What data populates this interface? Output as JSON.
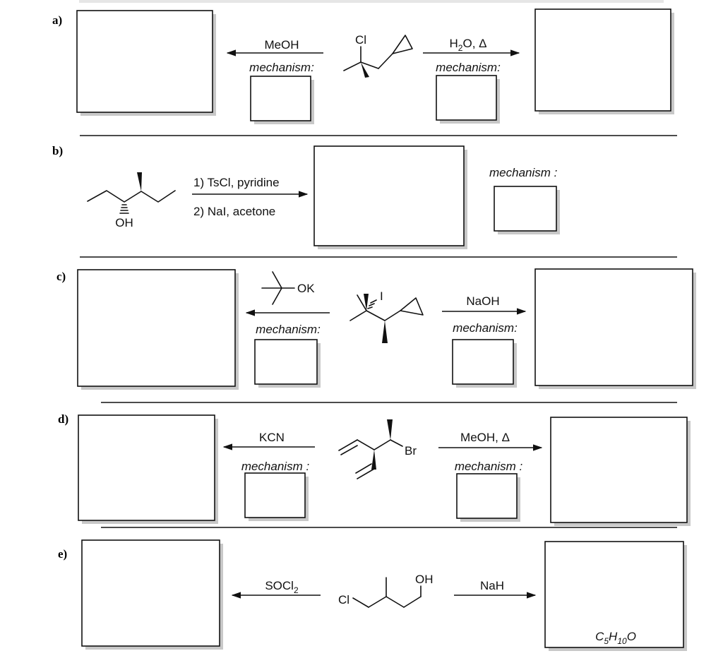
{
  "parts": {
    "a": {
      "letter": "a)",
      "left_reagent": "MeOH",
      "left_mech_label": "mechanism:",
      "right_reagent_main": "H",
      "right_reagent_sub": "2",
      "right_reagent_tail": "O, Δ",
      "right_mech_label": "mechanism:",
      "atom_label": "Cl"
    },
    "b": {
      "letter": "b)",
      "step1": "1) TsCl, pyridine",
      "step2": "2) NaI, acetone",
      "mech_label": "mechanism :",
      "atom_label": "OH"
    },
    "c": {
      "letter": "c)",
      "base_label": "OK",
      "right_reagent": "NaOH",
      "left_mech_label": "mechanism:",
      "right_mech_label": "mechanism:",
      "atom_label": "I"
    },
    "d": {
      "letter": "d)",
      "left_reagent": "KCN",
      "right_reagent": "MeOH, Δ",
      "left_mech_label": "mechanism :",
      "right_mech_label": "mechanism :",
      "atom_label": "Br"
    },
    "e": {
      "letter": "e)",
      "left_reagent_main": "SOCl",
      "left_reagent_sub": "2",
      "right_reagent": "NaH",
      "atom_label_cl": "Cl",
      "atom_label_oh": "OH",
      "formula_c": "C",
      "formula_c_sub": "5",
      "formula_h": "H",
      "formula_h_sub": "10",
      "formula_o": "O"
    }
  }
}
